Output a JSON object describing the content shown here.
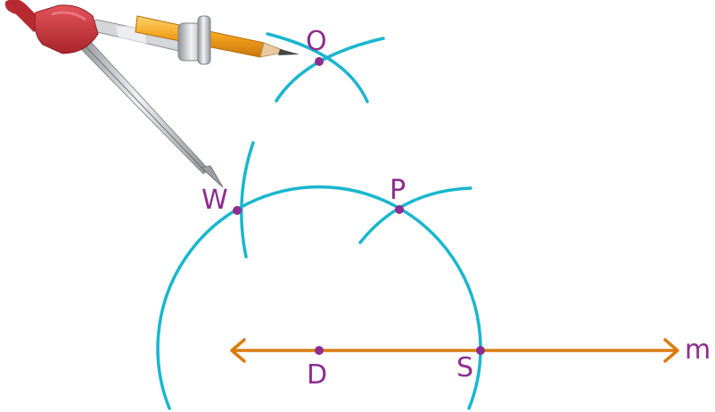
{
  "colors": {
    "arc": "#19b6cf",
    "line": "#dc7b0c",
    "point": "#8e2d8f",
    "label": "#8e2d8f",
    "compass_head": "#c8323a",
    "compass_metal": "#b9bcbf",
    "pencil_body": "#f2a124",
    "pencil_tip": "#555555"
  },
  "labels": {
    "O": "O",
    "W": "W",
    "P": "P",
    "D": "D",
    "S": "S",
    "m": "m"
  },
  "icons": {
    "tool": "compass-icon",
    "pencil": "pencil-icon"
  }
}
